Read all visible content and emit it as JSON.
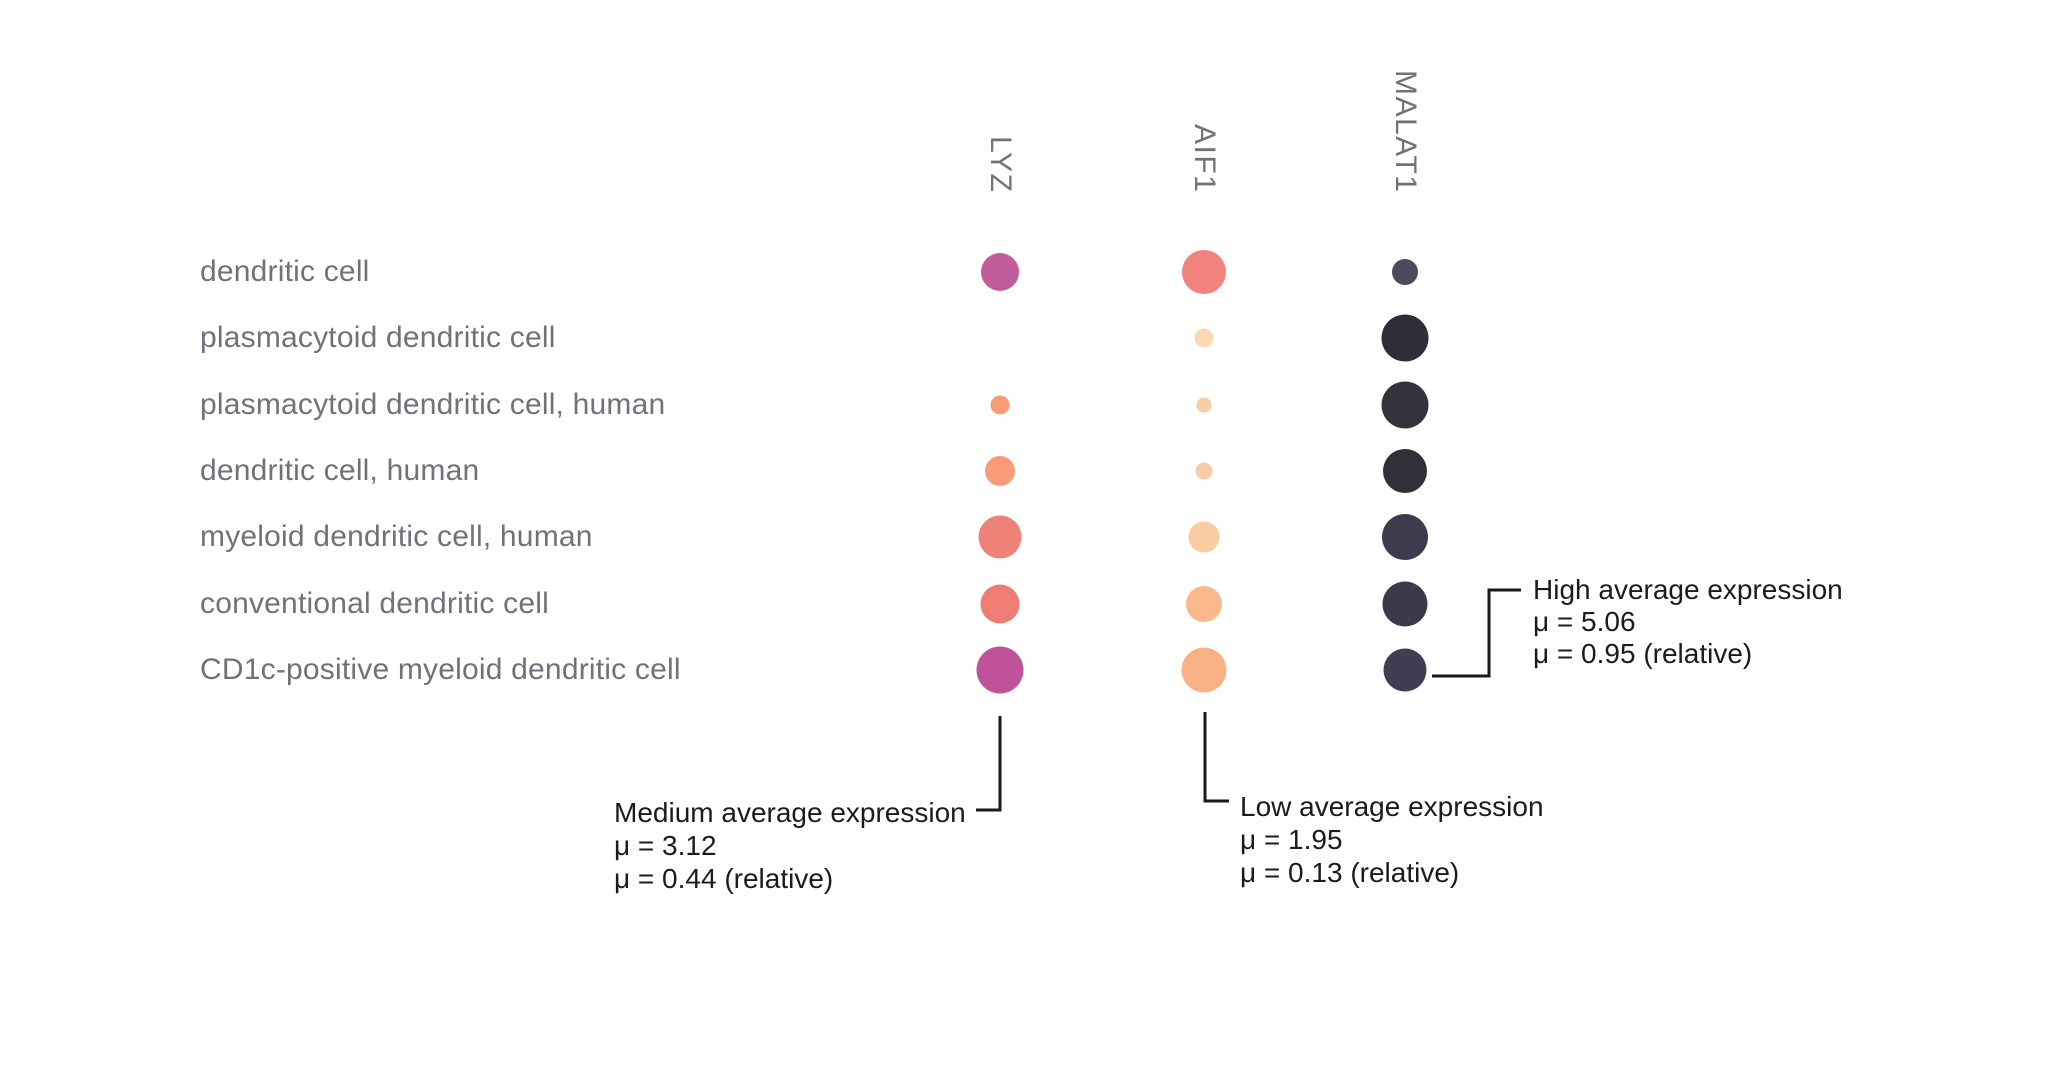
{
  "colors": {
    "background": "#ffffff",
    "label_gray": "#6e727a",
    "annotation_text": "#1a1b1d",
    "connector": "#1a1a1a"
  },
  "chart_data": {
    "type": "scatter",
    "subtype": "expression-dot-matrix",
    "title": "",
    "columns": [
      "LYZ",
      "AIF1",
      "MALAT1"
    ],
    "rows": [
      "dendritic cell",
      "plasmacytoid dendritic cell",
      "plasmacytoid dendritic cell, human",
      "dendritic cell, human",
      "myeloid dendritic cell, human",
      "conventional dendritic cell",
      "CD1c-positive myeloid dendritic cell"
    ],
    "dots": [
      [
        {
          "size": 38,
          "color": "#c25d9c"
        },
        {
          "size": 44,
          "color": "#f0837b"
        },
        {
          "size": 26,
          "color": "#4c4a5c"
        }
      ],
      [
        null,
        {
          "size": 19,
          "color": "#fad9b4"
        },
        {
          "size": 47,
          "color": "#2e2e38"
        }
      ],
      [
        {
          "size": 19,
          "color": "#f89c77"
        },
        {
          "size": 15,
          "color": "#f8cfa2"
        },
        {
          "size": 47,
          "color": "#33333d"
        }
      ],
      [
        {
          "size": 30,
          "color": "#f99b78"
        },
        {
          "size": 17,
          "color": "#f6cda6"
        },
        {
          "size": 44,
          "color": "#303039"
        }
      ],
      [
        {
          "size": 43,
          "color": "#ef8277"
        },
        {
          "size": 31,
          "color": "#f9cda0"
        },
        {
          "size": 46,
          "color": "#3c3c4c"
        }
      ],
      [
        {
          "size": 39,
          "color": "#ee7d75"
        },
        {
          "size": 36,
          "color": "#f9b98d"
        },
        {
          "size": 45,
          "color": "#3a3a4a"
        }
      ],
      [
        {
          "size": 47,
          "color": "#bf5299"
        },
        {
          "size": 45,
          "color": "#f9b285"
        },
        {
          "size": 43,
          "color": "#403e52"
        }
      ]
    ],
    "size_encoding": "average expression (μ)",
    "color_encoding": "relative average expression (light = low, dark = high)",
    "annotations": [
      {
        "id": "high",
        "gene": "MALAT1",
        "lines": [
          "High average expression",
          "μ = 5.06",
          "μ = 0.95 (relative)"
        ]
      },
      {
        "id": "medium",
        "gene": "LYZ",
        "lines": [
          "Medium average expression",
          "μ = 3.12",
          "μ = 0.44 (relative)"
        ]
      },
      {
        "id": "low",
        "gene": "AIF1",
        "lines": [
          "Low average expression",
          "μ = 1.95",
          "μ = 0.13 (relative)"
        ]
      }
    ]
  }
}
